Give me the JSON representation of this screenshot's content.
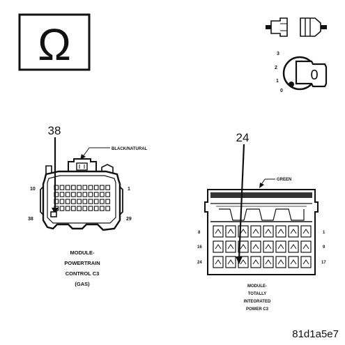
{
  "ohm_symbol": "Ω",
  "ignition": {
    "positions": [
      "3",
      "2",
      "1",
      "0"
    ],
    "key_label": "0"
  },
  "pcm": {
    "callout": "38",
    "color_label": "BLACK/NATURAL",
    "pins": {
      "top_left": "10",
      "top_right": "1",
      "bottom_left": "38",
      "bottom_right": "29"
    },
    "caption": [
      "MODULE-",
      "POWERTRAIN",
      "CONTROL C3",
      "(GAS)"
    ]
  },
  "tipm": {
    "callout": "24",
    "color_label": "GREEN",
    "pins": {
      "left_top": "8",
      "left_mid": "16",
      "left_bottom": "24",
      "right_top": "1",
      "right_mid": "9",
      "right_bottom": "17"
    },
    "caption": [
      "MODULE-",
      "TOTALLY",
      "INTEGRATED",
      "POWER C3"
    ]
  },
  "image_code": "81d1a5e7"
}
